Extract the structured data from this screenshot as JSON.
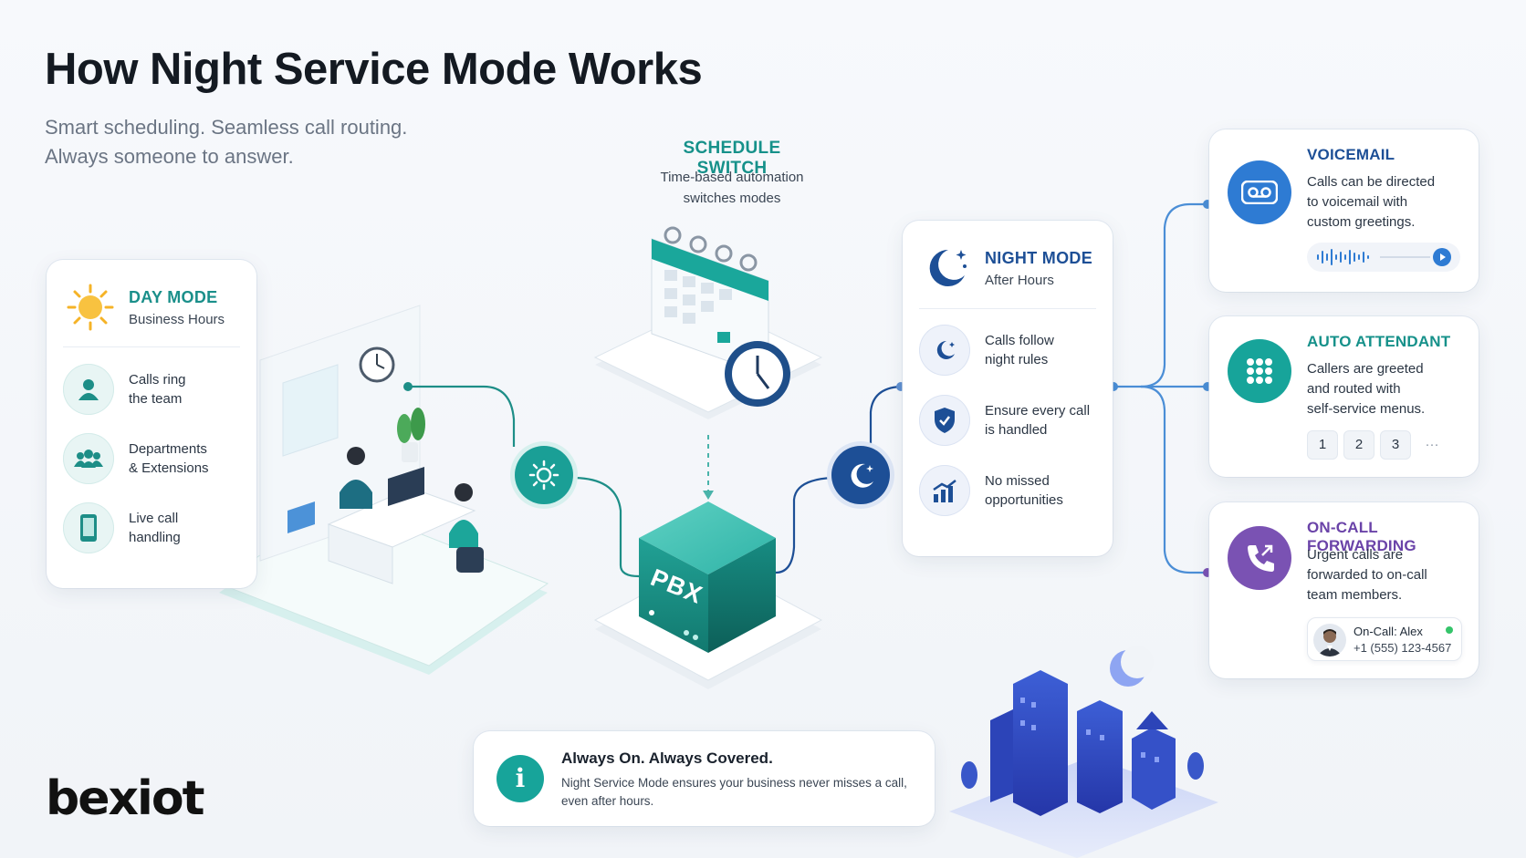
{
  "header": {
    "title": "How Night Service Mode Works",
    "subtitle_line1": "Smart scheduling. Seamless call routing.",
    "subtitle_line2": "Always someone to answer."
  },
  "day_mode": {
    "title": "DAY MODE",
    "subtitle": "Business Hours",
    "items": [
      {
        "line1": "Calls ring",
        "line2": "the team",
        "icon": "person-icon"
      },
      {
        "line1": "Departments",
        "line2": "& Extensions",
        "icon": "group-icon"
      },
      {
        "line1": "Live call",
        "line2": "handling",
        "icon": "phone-icon"
      }
    ]
  },
  "schedule": {
    "title": "SCHEDULE SWITCH",
    "desc_line1": "Time-based automation",
    "desc_line2": "switches modes"
  },
  "pbx": {
    "label": "PBX"
  },
  "night_mode": {
    "title": "NIGHT MODE",
    "subtitle": "After Hours",
    "items": [
      {
        "line1": "Calls follow",
        "line2": "night rules",
        "icon": "moon-icon"
      },
      {
        "line1": "Ensure every call",
        "line2": "is handled",
        "icon": "shield-icon"
      },
      {
        "line1": "No missed",
        "line2": "opportunities",
        "icon": "chart-icon"
      }
    ]
  },
  "voicemail": {
    "title": "VOICEMAIL",
    "desc": [
      "Calls can be directed",
      "to voicemail with",
      "custom greetings."
    ]
  },
  "auto_attendant": {
    "title": "AUTO ATTENDANT",
    "desc": [
      "Callers are greeted",
      "and routed with",
      "self-service menus."
    ],
    "options": [
      "1",
      "2",
      "3",
      "···"
    ]
  },
  "on_call": {
    "title": "ON-CALL FORWARDING",
    "desc": [
      "Urgent calls are",
      "forwarded to on-call",
      "team members."
    ],
    "contact_name": "On-Call: Alex",
    "contact_phone": "+1 (555) 123-4567"
  },
  "info": {
    "title": "Always On. Always Covered.",
    "text_line1": "Night Service Mode ensures your business never misses a call,",
    "text_line2": "even after hours."
  },
  "brand": {
    "logo_text": "bexiot"
  },
  "colors": {
    "teal": "#17a49a",
    "navy": "#1d4f96",
    "purple": "#7a52b3",
    "blue": "#2e7bd3",
    "day_accent": "#1a8f8a"
  }
}
